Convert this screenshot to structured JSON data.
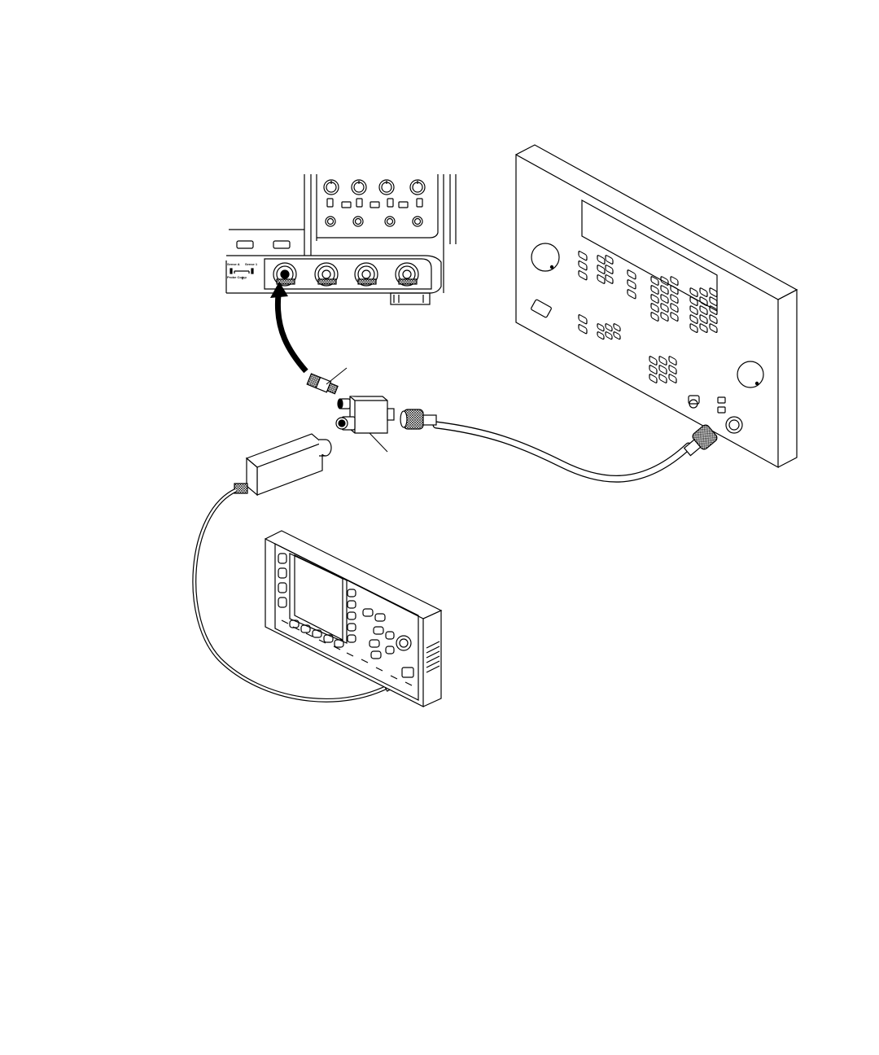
{
  "scope_panel": {
    "labels": {
      "sense_a": "Sense A",
      "sense_1": "Sense 1",
      "probe_comp": "Probe Comp",
      "ground_symbol": "⏚"
    }
  },
  "colors": {
    "stroke": "#000000",
    "fill": "#ffffff",
    "cable": "#b8b8b8"
  },
  "icons": [
    "oscilloscope",
    "bnc-connector",
    "bnc-tee-adapter",
    "cable",
    "signal-generator",
    "power-sensor",
    "power-meter",
    "arrow"
  ]
}
